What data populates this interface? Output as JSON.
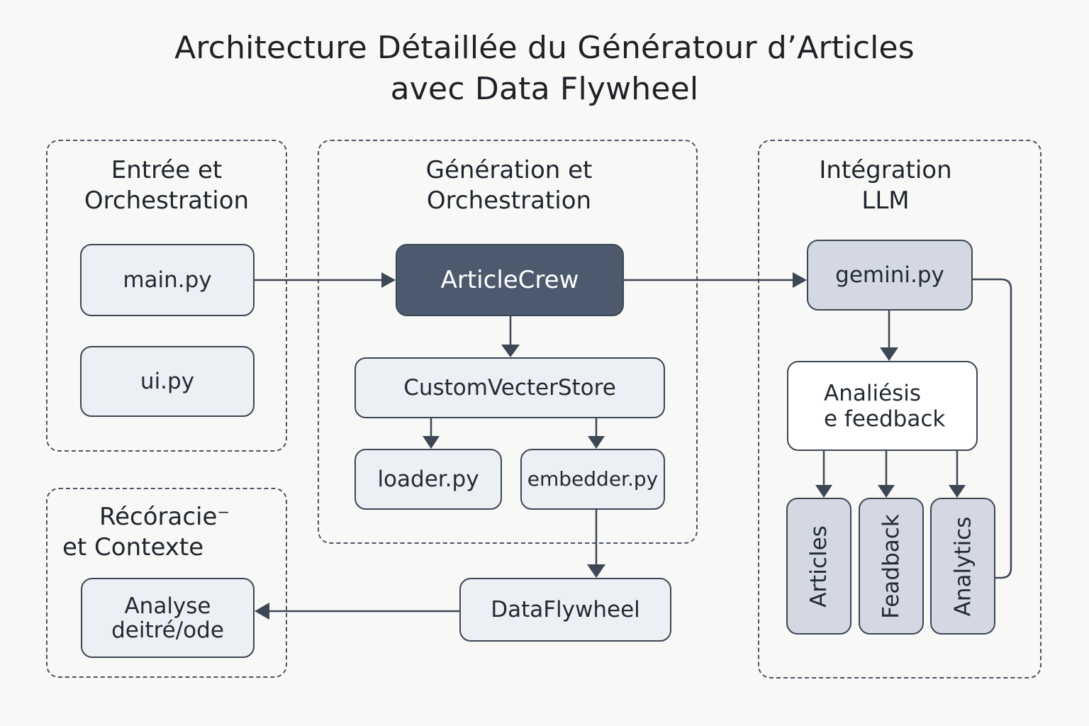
{
  "title": {
    "line1": "Architecture Détaillée du Génératour d’Articles",
    "line2": "avec Data Flywheel"
  },
  "groups": {
    "entree": {
      "title_line1": "Entrée et",
      "title_line2": "Orchestration"
    },
    "generation": {
      "title_line1": "Génération et",
      "title_line2": "Orchestration"
    },
    "llm": {
      "title_line1": "Intégration",
      "title_line2": "LLM"
    },
    "recoracie": {
      "title_line1": "Récóracie⁻",
      "title_line2": "et Contexte"
    }
  },
  "nodes": {
    "main_py": "main.py",
    "ui_py": "ui.py",
    "article_crew": "ArticleCrew",
    "custom_vecter_store": "CustomVecterStore",
    "loader_py": "loader.py",
    "embedder_py": "embedder.py",
    "gemini_py": "gemini.py",
    "analyse_feedback_line1": "Analiésis",
    "analyse_feedback_line2": "e feedback",
    "articles": "Articles",
    "feedback": "Feadback",
    "analytics": "Analytics",
    "data_flywheel": "DataFlywheel",
    "analyse_deitre_line1": "Analyse",
    "analyse_deitre_line2": "deitré/ode"
  },
  "colors": {
    "background": "#f8f8f7",
    "stroke": "#3d4654",
    "dark_node": "#4d5a6e",
    "light_node": "#eceff4",
    "mid_node": "#d3d8e2"
  }
}
